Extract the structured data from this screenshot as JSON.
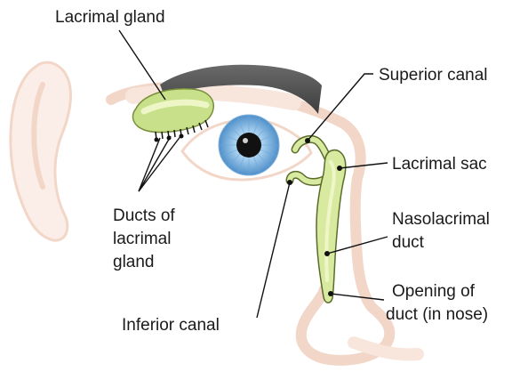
{
  "labels": {
    "lacrimal_gland": "Lacrimal gland",
    "ducts_of_lacrimal_gland": [
      "Ducts of",
      "lacrimal",
      "gland"
    ],
    "superior_canal": "Superior canal",
    "lacrimal_sac": "Lacrimal sac",
    "nasolacrimal_duct": [
      "Nasolacrimal",
      "duct"
    ],
    "opening_of_duct": [
      "Opening of",
      "duct (in nose)"
    ],
    "inferior_canal": "Inferior canal"
  },
  "colors": {
    "skin_outline": "#f2d6c8",
    "skin_fill": "#f8e6dd",
    "eyebrow": "#555555",
    "gland_fill": "#c8e08a",
    "gland_highlight": "#eef6c8",
    "duct_fill": "#d8eaa0",
    "iris": "#4f8fc9",
    "iris_light": "#a9d1f0",
    "pupil": "#111111",
    "leader": "#111111"
  }
}
